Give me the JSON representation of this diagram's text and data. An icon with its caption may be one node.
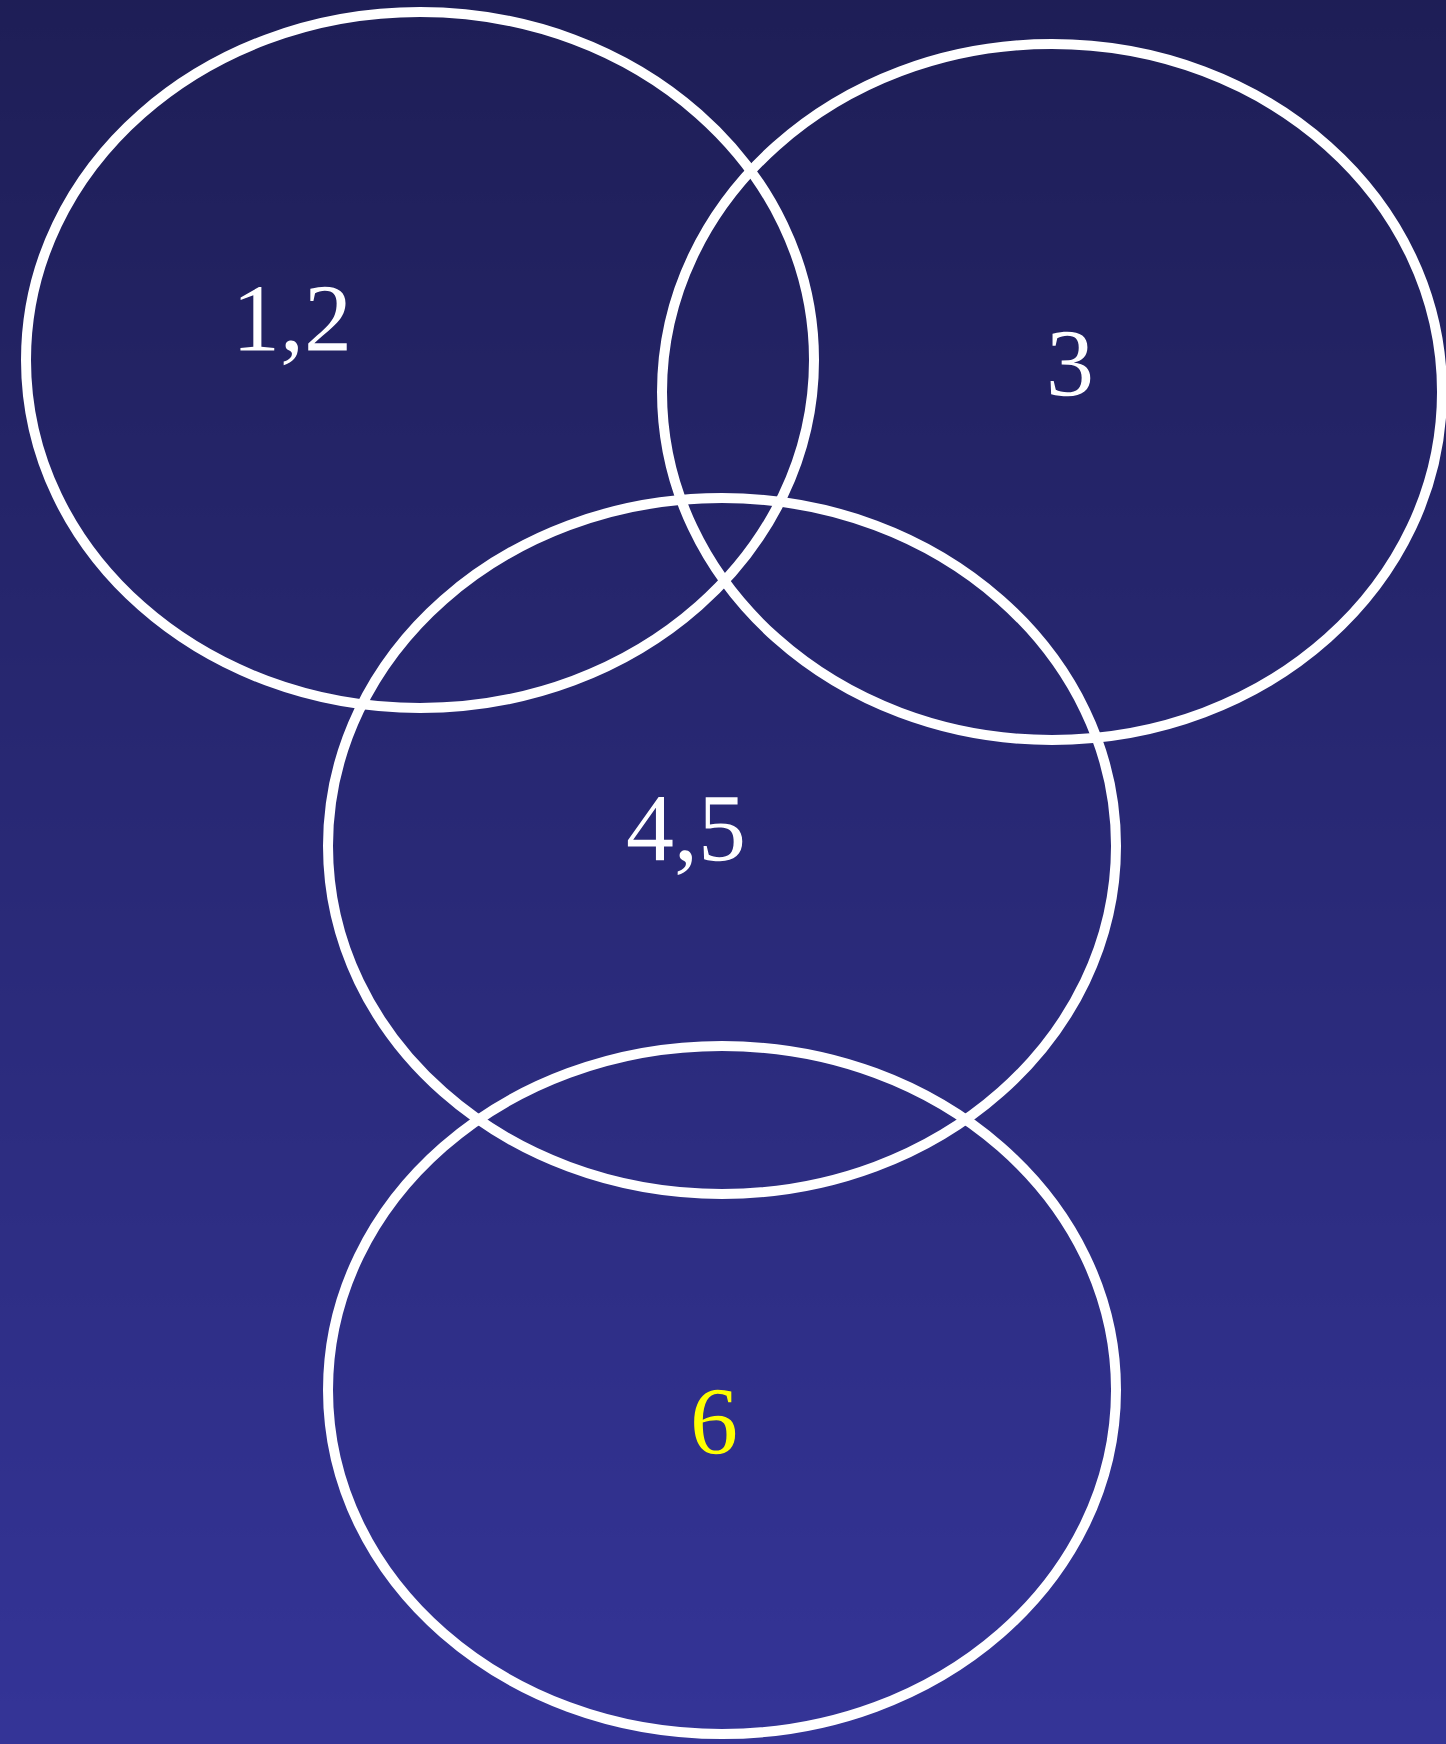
{
  "diagram": {
    "nodes": [
      {
        "text": [
          "1,2"
        ]
      },
      {
        "text": [
          "3"
        ]
      },
      {
        "text": [
          "4,5"
        ]
      },
      {
        "text": [
          "6"
        ]
      }
    ]
  }
}
